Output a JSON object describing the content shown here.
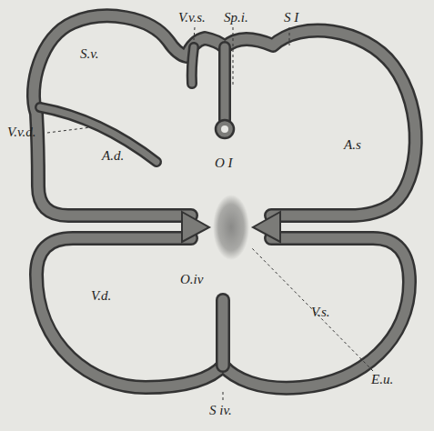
{
  "diagram": {
    "labels": [
      "S.v.",
      "V.v.s.",
      "Sp.i.",
      "S I",
      "V.v.d.",
      "A.d.",
      "A.s",
      "O I",
      "O.iv",
      "V.d.",
      "V.s.",
      "E.u.",
      "S iv."
    ]
  }
}
